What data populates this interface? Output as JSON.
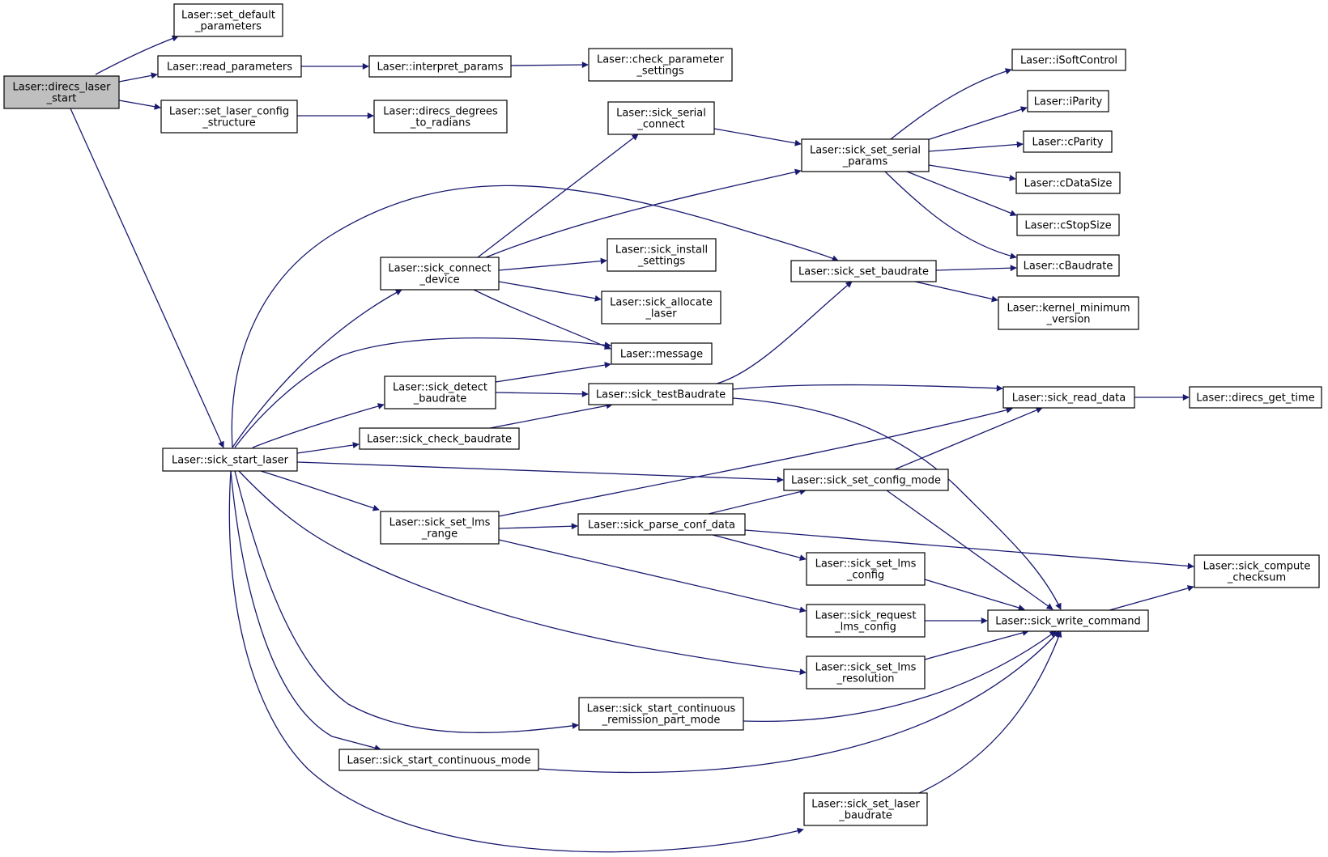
{
  "diagram": {
    "type": "call-graph",
    "colors": {
      "edge": "#191970",
      "root_fill": "#bfbfbf",
      "node_fill": "#ffffff",
      "border": "#000000"
    },
    "nodes": [
      {
        "id": "n_direcs_laser_start",
        "lines": [
          "Laser::direcs_laser",
          "_start"
        ],
        "root": true
      },
      {
        "id": "n_set_default_parameters",
        "lines": [
          "Laser::set_default",
          "_parameters"
        ]
      },
      {
        "id": "n_read_parameters",
        "lines": [
          "Laser::read_parameters"
        ]
      },
      {
        "id": "n_interpret_params",
        "lines": [
          "Laser::interpret_params"
        ]
      },
      {
        "id": "n_check_parameter_settings",
        "lines": [
          "Laser::check_parameter",
          "_settings"
        ]
      },
      {
        "id": "n_set_laser_config_structure",
        "lines": [
          "Laser::set_laser_config",
          "_structure"
        ]
      },
      {
        "id": "n_direcs_degrees_to_radians",
        "lines": [
          "Laser::direcs_degrees",
          "_to_radians"
        ]
      },
      {
        "id": "n_sick_start_laser",
        "lines": [
          "Laser::sick_start_laser"
        ]
      },
      {
        "id": "n_sick_serial_connect",
        "lines": [
          "Laser::sick_serial",
          "_connect"
        ]
      },
      {
        "id": "n_sick_set_serial_params",
        "lines": [
          "Laser::sick_set_serial",
          "_params"
        ]
      },
      {
        "id": "n_iSoftControl",
        "lines": [
          "Laser::iSoftControl"
        ]
      },
      {
        "id": "n_iParity",
        "lines": [
          "Laser::iParity"
        ]
      },
      {
        "id": "n_cParity",
        "lines": [
          "Laser::cParity"
        ]
      },
      {
        "id": "n_cDataSize",
        "lines": [
          "Laser::cDataSize"
        ]
      },
      {
        "id": "n_cStopSize",
        "lines": [
          "Laser::cStopSize"
        ]
      },
      {
        "id": "n_cBaudrate",
        "lines": [
          "Laser::cBaudrate"
        ]
      },
      {
        "id": "n_kernel_minimum_version",
        "lines": [
          "Laser::kernel_minimum",
          "_version"
        ]
      },
      {
        "id": "n_sick_connect_device",
        "lines": [
          "Laser::sick_connect",
          "_device"
        ]
      },
      {
        "id": "n_sick_install_settings",
        "lines": [
          "Laser::sick_install",
          "_settings"
        ]
      },
      {
        "id": "n_sick_allocate_laser",
        "lines": [
          "Laser::sick_allocate",
          "_laser"
        ]
      },
      {
        "id": "n_message",
        "lines": [
          "Laser::message"
        ]
      },
      {
        "id": "n_sick_set_baudrate",
        "lines": [
          "Laser::sick_set_baudrate"
        ]
      },
      {
        "id": "n_sick_detect_baudrate",
        "lines": [
          "Laser::sick_detect",
          "_baudrate"
        ]
      },
      {
        "id": "n_sick_testBaudrate",
        "lines": [
          "Laser::sick_testBaudrate"
        ]
      },
      {
        "id": "n_sick_read_data",
        "lines": [
          "Laser::sick_read_data"
        ]
      },
      {
        "id": "n_direcs_get_time",
        "lines": [
          "Laser::direcs_get_time"
        ]
      },
      {
        "id": "n_sick_check_baudrate",
        "lines": [
          "Laser::sick_check_baudrate"
        ]
      },
      {
        "id": "n_sick_set_config_mode",
        "lines": [
          "Laser::sick_set_config_mode"
        ]
      },
      {
        "id": "n_sick_set_lms_range",
        "lines": [
          "Laser::sick_set_lms",
          "_range"
        ]
      },
      {
        "id": "n_sick_parse_conf_data",
        "lines": [
          "Laser::sick_parse_conf_data"
        ]
      },
      {
        "id": "n_sick_compute_checksum",
        "lines": [
          "Laser::sick_compute",
          "_checksum"
        ]
      },
      {
        "id": "n_sick_set_lms_config",
        "lines": [
          "Laser::sick_set_lms",
          "_config"
        ]
      },
      {
        "id": "n_sick_request_lms_config",
        "lines": [
          "Laser::sick_request",
          "_lms_config"
        ]
      },
      {
        "id": "n_sick_write_command",
        "lines": [
          "Laser::sick_write_command"
        ]
      },
      {
        "id": "n_sick_set_lms_resolution",
        "lines": [
          "Laser::sick_set_lms",
          "_resolution"
        ]
      },
      {
        "id": "n_sick_start_continuous_remission_part_mode",
        "lines": [
          "Laser::sick_start_continuous",
          "_remission_part_mode"
        ]
      },
      {
        "id": "n_sick_start_continuous_mode",
        "lines": [
          "Laser::sick_start_continuous_mode"
        ]
      },
      {
        "id": "n_sick_set_laser_baudrate",
        "lines": [
          "Laser::sick_set_laser",
          "_baudrate"
        ]
      }
    ]
  }
}
